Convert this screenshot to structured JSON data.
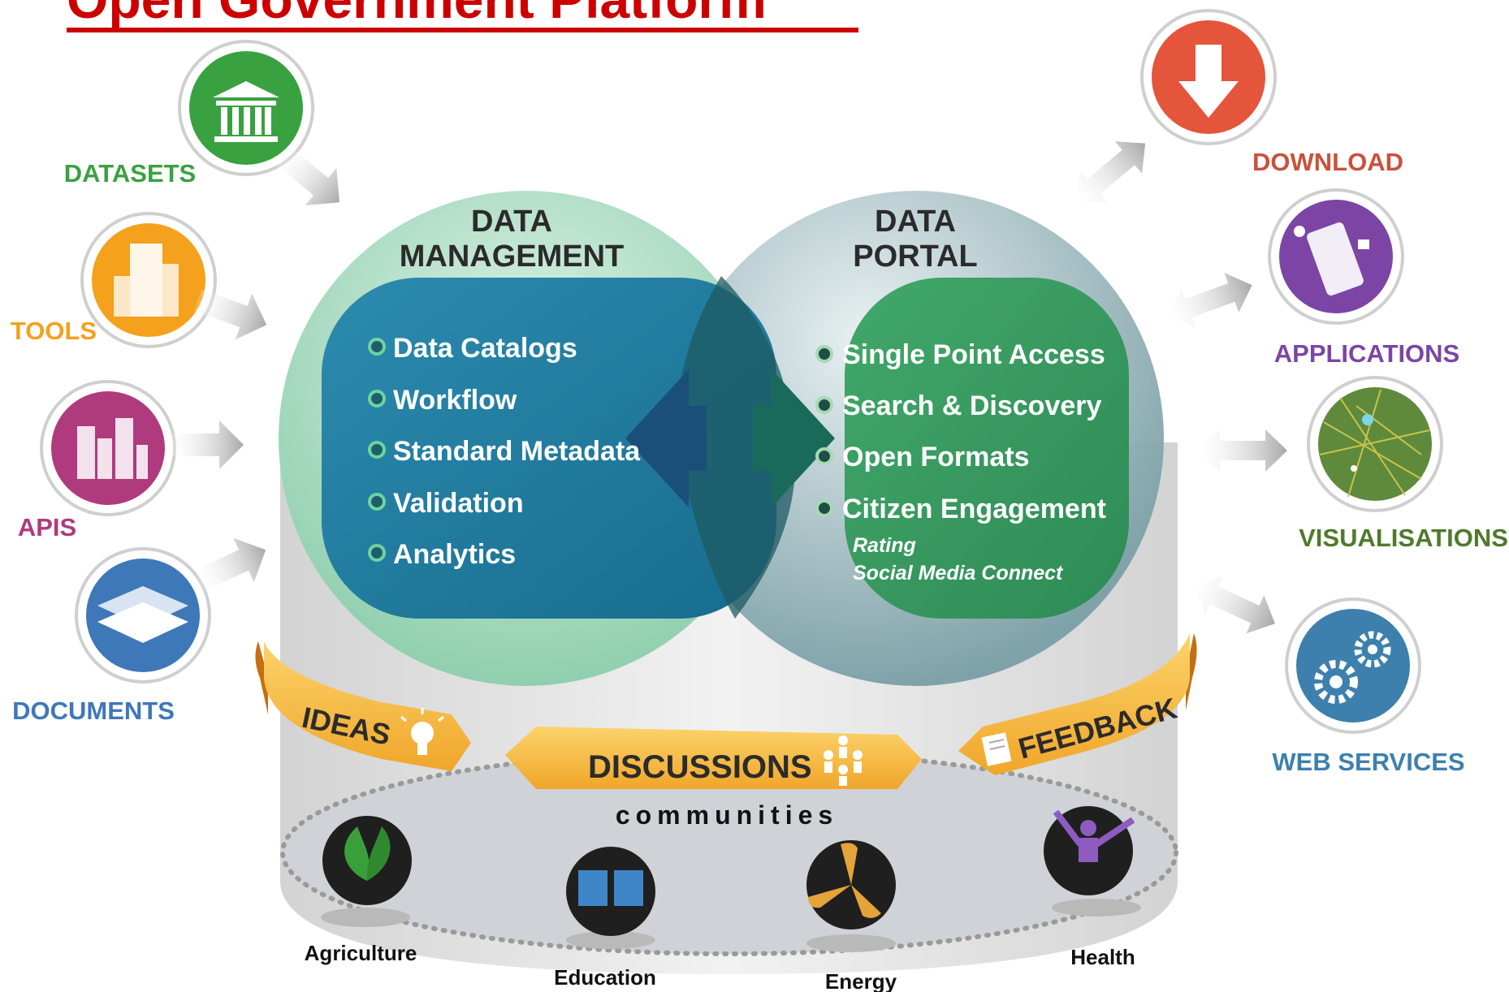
{
  "header": {
    "title": "Open Government Platform"
  },
  "inputs": [
    {
      "label": "DATASETS",
      "icon": "government-building-icon",
      "color": "#3aa141"
    },
    {
      "label": "TOOLS",
      "icon": "tools-building-icon",
      "color": "#f4a11d"
    },
    {
      "label": "APIS",
      "icon": "apis-city-icon",
      "color": "#b03a7e"
    },
    {
      "label": "DOCUMENTS",
      "icon": "documents-layers-icon",
      "color": "#3f78b8"
    }
  ],
  "outputs": [
    {
      "label": "DOWNLOAD",
      "icon": "download-arrow-icon",
      "color": "#e4553b"
    },
    {
      "label": "APPLICATIONS",
      "icon": "mobile-apps-icon",
      "color": "#7c45a5"
    },
    {
      "label": "VISUALISATIONS",
      "icon": "visualisation-map-icon",
      "color": "#5f8a3c"
    },
    {
      "label": "WEB SERVICES",
      "icon": "gears-icon",
      "color": "#3d80ad"
    }
  ],
  "data_management": {
    "title_line1": "DATA",
    "title_line2": "MANAGEMENT",
    "items": [
      "Data Catalogs",
      "Workflow",
      "Standard Metadata",
      "Validation",
      "Analytics"
    ]
  },
  "data_portal": {
    "title_line1": "DATA",
    "title_line2": "PORTAL",
    "items": [
      "Single Point Access",
      "Search & Discovery",
      "Open Formats",
      "Citizen Engagement"
    ],
    "sub_items": [
      "Rating",
      "Social Media Connect"
    ]
  },
  "ribbon": {
    "ideas": "IDEAS",
    "discussions": "DISCUSSIONS",
    "feedback": "FEEDBACK",
    "color": "#f6b93b"
  },
  "communities": {
    "label": "communities",
    "sectors": [
      "Agriculture",
      "Education",
      "Energy",
      "Health"
    ]
  }
}
